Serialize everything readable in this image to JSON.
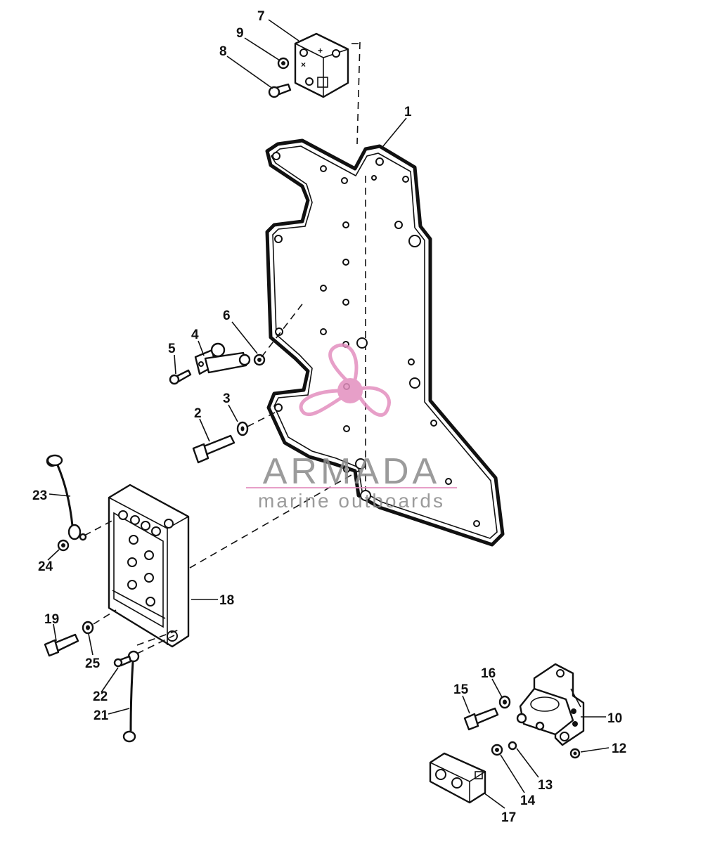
{
  "callouts": [
    {
      "id": "1",
      "label": "1"
    },
    {
      "id": "2",
      "label": "2"
    },
    {
      "id": "3",
      "label": "3"
    },
    {
      "id": "4",
      "label": "4"
    },
    {
      "id": "5",
      "label": "5"
    },
    {
      "id": "6",
      "label": "6"
    },
    {
      "id": "7",
      "label": "7"
    },
    {
      "id": "8",
      "label": "8"
    },
    {
      "id": "9",
      "label": "9"
    },
    {
      "id": "10",
      "label": "10"
    },
    {
      "id": "12",
      "label": "12"
    },
    {
      "id": "13",
      "label": "13"
    },
    {
      "id": "14",
      "label": "14"
    },
    {
      "id": "15",
      "label": "15"
    },
    {
      "id": "16",
      "label": "16"
    },
    {
      "id": "17",
      "label": "17"
    },
    {
      "id": "18",
      "label": "18"
    },
    {
      "id": "19",
      "label": "19"
    },
    {
      "id": "21",
      "label": "21"
    },
    {
      "id": "22",
      "label": "22"
    },
    {
      "id": "23",
      "label": "23"
    },
    {
      "id": "24",
      "label": "24"
    },
    {
      "id": "25",
      "label": "25"
    }
  ],
  "watermark": {
    "brand": "ARMADA",
    "tagline": "marine outboards",
    "logo_color": "#e38fbf",
    "text_color": "#8a8a8a"
  }
}
